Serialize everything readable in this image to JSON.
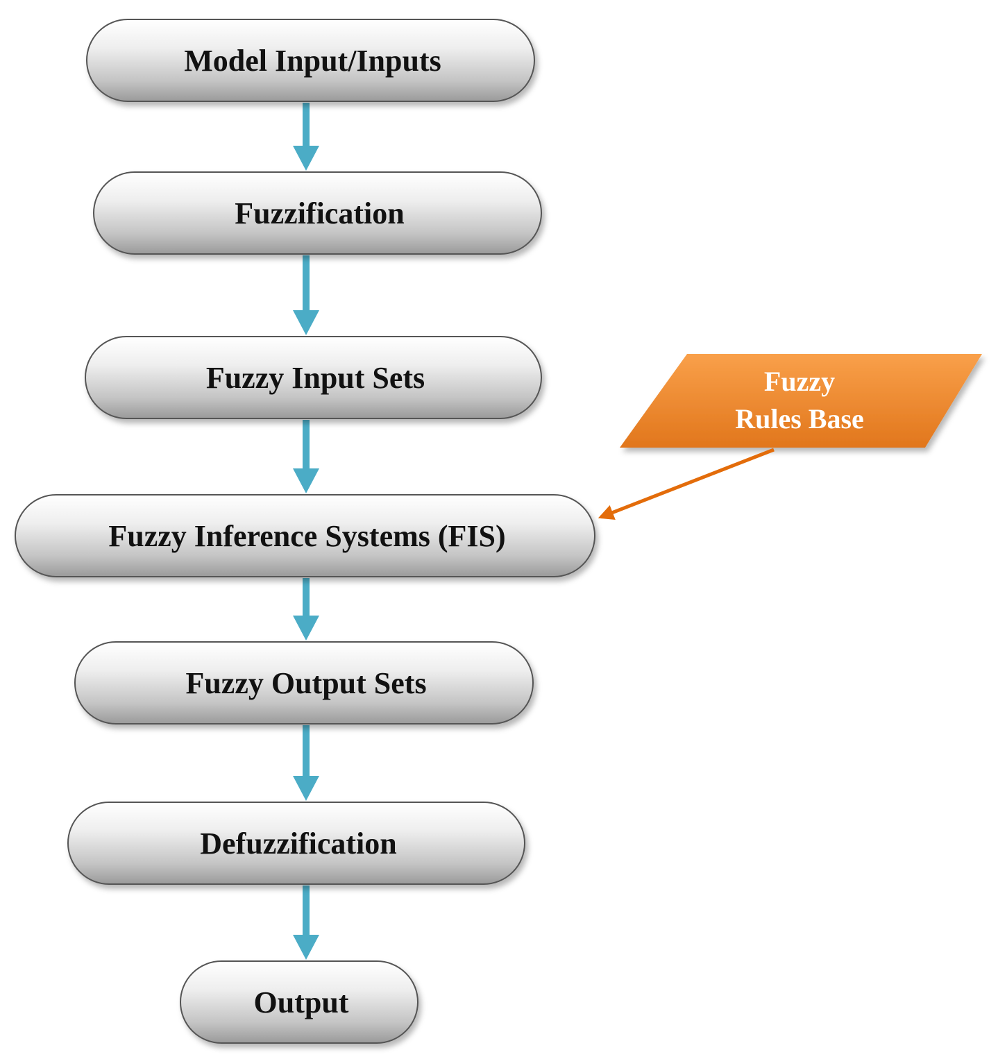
{
  "diagram": {
    "nodes": [
      {
        "id": "inputs",
        "label": "Model Input/Inputs"
      },
      {
        "id": "fuzzification",
        "label": "Fuzzification"
      },
      {
        "id": "fuzzy-input-sets",
        "label": "Fuzzy Input Sets"
      },
      {
        "id": "fis",
        "label": "Fuzzy Inference Systems (FIS)"
      },
      {
        "id": "fuzzy-output-sets",
        "label": "Fuzzy Output Sets"
      },
      {
        "id": "defuzzification",
        "label": "Defuzzification"
      },
      {
        "id": "output",
        "label": "Output"
      }
    ],
    "rules_base": {
      "line1": "Fuzzy",
      "line2": "Rules Base"
    },
    "edges": [
      [
        "inputs",
        "fuzzification"
      ],
      [
        "fuzzification",
        "fuzzy-input-sets"
      ],
      [
        "fuzzy-input-sets",
        "fis"
      ],
      [
        "fis",
        "fuzzy-output-sets"
      ],
      [
        "fuzzy-output-sets",
        "defuzzification"
      ],
      [
        "defuzzification",
        "output"
      ],
      [
        "rules_base",
        "fis"
      ]
    ],
    "colors": {
      "node_fill_light": "#f4f4f4",
      "node_fill_dark": "#9a9a9a",
      "node_stroke": "#555555",
      "arrow": "#4bacc6",
      "rules_fill": "#f79646",
      "rules_arrow": "#e36c0a"
    }
  }
}
